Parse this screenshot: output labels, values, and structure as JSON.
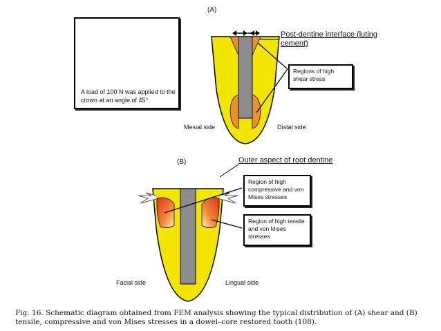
{
  "panel_a": {
    "letter": "(A)",
    "inset_text": "A load of 100 N was applied to the crown at an angle of 45°",
    "title": "Post-dentine interface (luting cement)",
    "callout": "Regions of high shear stress",
    "mesial_label": "Mesial side",
    "distal_label": "Distal side"
  },
  "panel_b": {
    "letter": "(B)",
    "title": "Outer aspect of root dentine",
    "callout_top": "Region of high compressive and von Mises stresses",
    "callout_bottom": "Region of high tensile and von Mises stresses",
    "facial_label": "Facial side",
    "lingual_label": "Lingual side"
  },
  "caption": "Fig. 16.  Schematic diagram obtained from FEM analysis showing the typical distribution of (A) shear and (B) tensile, compressive and von Mises stresses in a dowel–core restored tooth (108).",
  "colors": {
    "dentine": "#f2e600",
    "post": "#8c8c8c",
    "stress_orange": "#e8922a",
    "stress_red": "#e8472a"
  }
}
